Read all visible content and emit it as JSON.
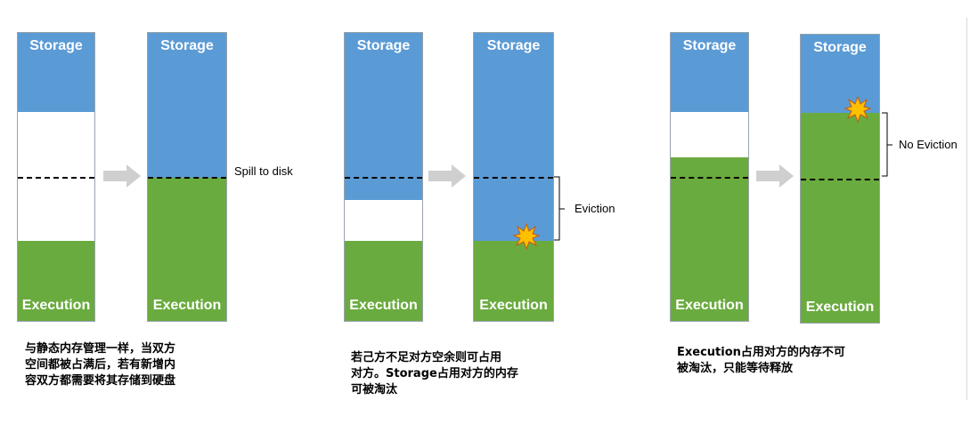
{
  "labels": {
    "storage": "Storage",
    "execution": "Execution"
  },
  "annotations": {
    "spill": "Spill to disk",
    "eviction": "Eviction",
    "no_eviction": "No Eviction"
  },
  "captions": {
    "c1": [
      "与静态内存管理一样，当双方",
      "空间都被占满后，若有新增内",
      "容双方都需要将其存储到硬盘"
    ],
    "c2": [
      "若己方不足对方空余则可占用",
      "对方。Storage占用对方的内存",
      "可被淘汰"
    ],
    "c3": [
      "Execution占用对方的内存不可",
      "被淘汰，只能等待释放"
    ]
  },
  "colors": {
    "storage": "#5b9bd5",
    "execution": "#6aab3f",
    "arrow": "#cfcfcf",
    "burst_fill": "#ffc000",
    "burst_stroke": "#c55a11"
  }
}
